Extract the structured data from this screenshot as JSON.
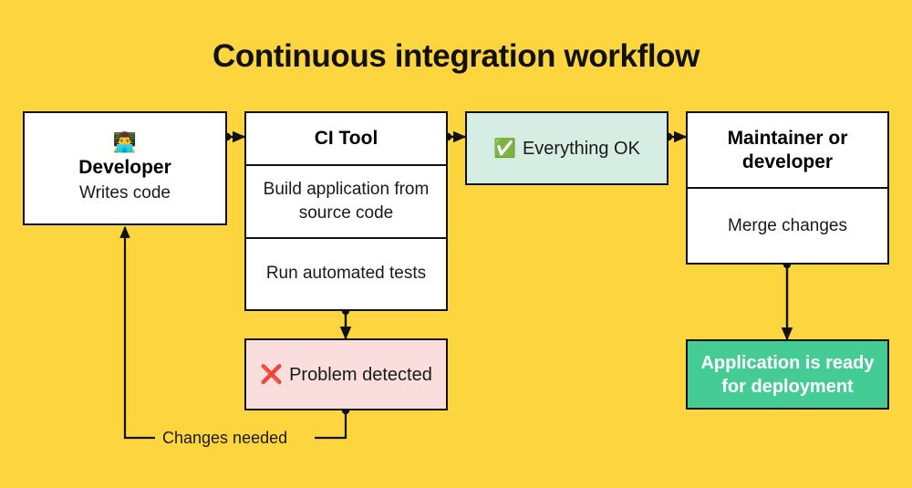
{
  "page": {
    "title": "Continuous integration workflow",
    "background_color": "#FCD53F",
    "line_color": "#111111"
  },
  "nodes": {
    "developer": {
      "emoji": "👨‍💻",
      "emoji_name": "technologist-emoji",
      "title": "Developer",
      "subtitle": "Writes code",
      "background_color": "#FFFFFF"
    },
    "ci_tool": {
      "header": "CI Tool",
      "steps": [
        "Build application from source code",
        "Run automated tests"
      ],
      "background_color": "#FFFFFF"
    },
    "everything_ok": {
      "emoji": "✅",
      "emoji_name": "check-mark-button-emoji",
      "label": "Everything OK",
      "background_color": "#D6EDE3"
    },
    "maintainer": {
      "header": "Maintainer or developer",
      "action": "Merge changes",
      "background_color": "#FFFFFF"
    },
    "problem_detected": {
      "emoji": "❌",
      "emoji_name": "cross-mark-emoji",
      "label": "Problem detected",
      "background_color": "#FADDDD"
    },
    "deployment_ready": {
      "label": "Application is ready for deployment",
      "background_color": "#45CC95",
      "text_color": "#FFFFFF"
    }
  },
  "edges": [
    {
      "from": "developer",
      "to": "ci_tool",
      "label": ""
    },
    {
      "from": "ci_tool",
      "to": "everything_ok",
      "label": ""
    },
    {
      "from": "everything_ok",
      "to": "maintainer",
      "label": ""
    },
    {
      "from": "ci_tool",
      "to": "problem_detected",
      "label": ""
    },
    {
      "from": "maintainer",
      "to": "deployment_ready",
      "label": ""
    },
    {
      "from": "problem_detected",
      "to": "developer",
      "label": "Changes needed"
    }
  ],
  "labels": {
    "changes_needed": "Changes needed"
  }
}
